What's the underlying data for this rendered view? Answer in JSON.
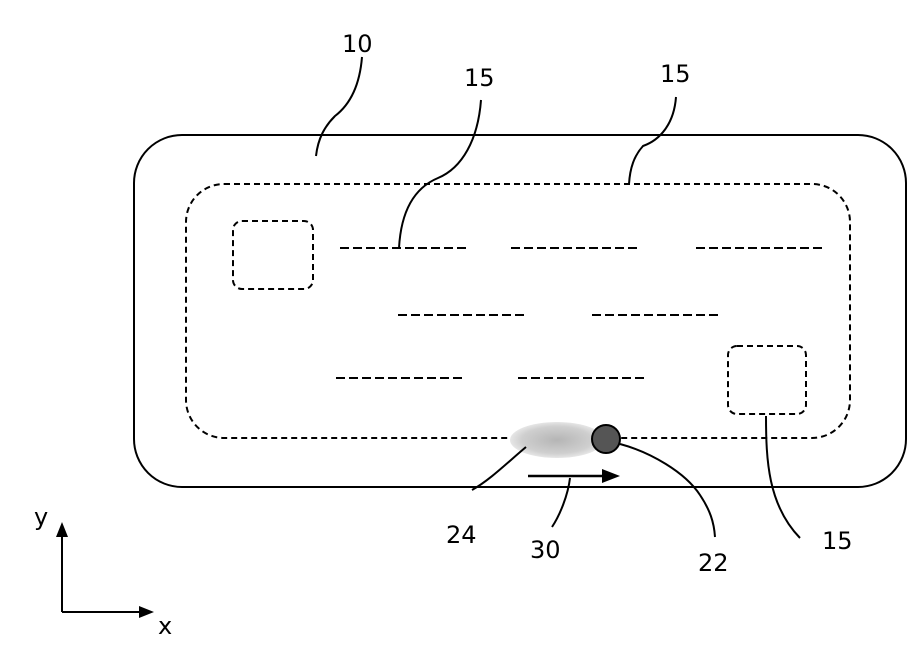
{
  "figure": {
    "reference_numerals": {
      "body": "10",
      "region_top_left": "15",
      "region_top_right": "15",
      "region_bottom_right": "15",
      "cursor": "22",
      "trail": "24",
      "motion_arrow": "30"
    },
    "axes": {
      "x_label": "x",
      "y_label": "y"
    },
    "colors": {
      "line": "#000000",
      "cursor_fill": "#555555",
      "trail_fill": "#bdbdbd"
    },
    "icons": {
      "cursor": "filled-circle-icon",
      "motion": "arrow-right-icon"
    }
  }
}
